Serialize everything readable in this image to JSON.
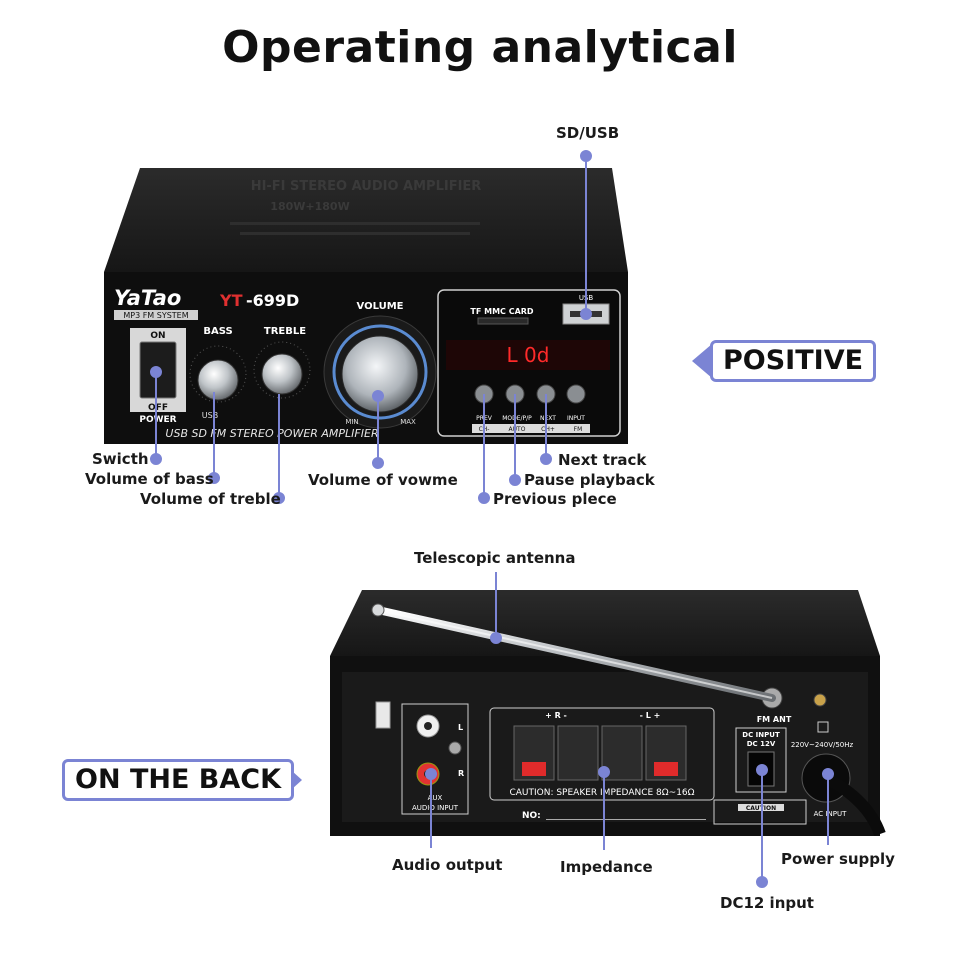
{
  "title": "Operating analytical",
  "sections": {
    "front": "POSITIVE",
    "back": "ON THE BACK"
  },
  "device_front": {
    "brand": "YaTao",
    "brand_sub": "MP3 FM SYSTEM",
    "model_prefix": "YT",
    "model_suffix": "-699D",
    "top_line1": "HI-FI STEREO AUDIO AMPLIFIER",
    "top_line2": "180W+180W",
    "on_label": "ON",
    "off_label": "OFF",
    "power_label": "POWER",
    "bass_label": "BASS",
    "treble_label": "TREBLE",
    "volume_label": "VOLUME",
    "min_label": "MIN",
    "max_label": "MAX",
    "usb_small": "USB",
    "tf_label": "TF MMC CARD",
    "usb_label": "USB",
    "display": "L 0d",
    "btn_prev": "PREV",
    "btn_mode": "MODE/P/P",
    "btn_next": "NEXT",
    "btn_input": "INPUT",
    "sub_ch_minus": "CH-",
    "sub_auto": "AUTO",
    "sub_ch_plus": "CH+",
    "sub_fm": "FM",
    "bottom_strip": "USB SD FM STEREO POWER AMPLIFIER"
  },
  "device_back": {
    "fm_ant": "FM ANT",
    "l": "L",
    "r": "R",
    "aux1": "AUX",
    "aux2": "AUDIO INPUT",
    "speaker_r": "+ R -",
    "speaker_l": "- L +",
    "caution_speaker": "CAUTION: SPEAKER IMPEDANCE 8Ω~16Ω",
    "no_label": "NO:",
    "dc_input1": "DC INPUT",
    "dc_input2": "DC 12V",
    "ac_volt": "220V~240V/50Hz",
    "ac_input": "AC INPUT",
    "caution": "CAUTION"
  },
  "callouts": {
    "sd_usb": "SD/USB",
    "switch": "Swicth",
    "bass": "Volume of bass",
    "treble": "Volume of treble",
    "volume": "Volume of vowme",
    "next": "Next track",
    "pause": "Pause playback",
    "prev": "Previous plece",
    "antenna": "Telescopic antenna",
    "audio_out": "Audio output",
    "impedance": "Impedance",
    "dc12": "DC12 input",
    "power": "Power supply"
  },
  "colors": {
    "accent": "#7b84d4",
    "device_dark": "#121212",
    "model_red": "#e03030",
    "display_red": "#ff2a2a"
  }
}
